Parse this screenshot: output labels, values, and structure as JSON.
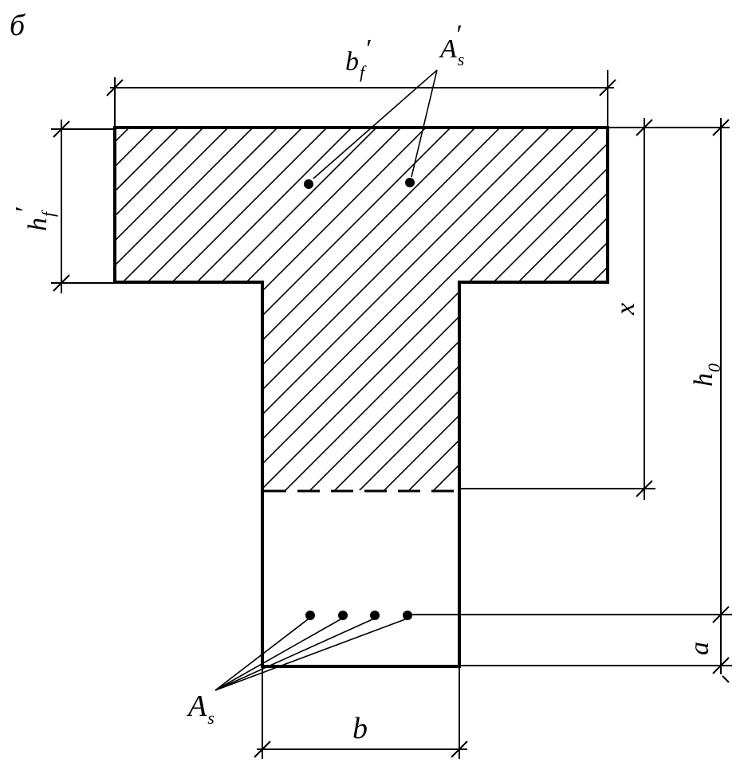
{
  "figure": {
    "tag": "б",
    "labels": {
      "flange_width": {
        "main": "b",
        "sub": "f",
        "prime": "′"
      },
      "flange_height": {
        "main": "h",
        "sub": "f",
        "prime": "′"
      },
      "compressed_steel": {
        "main": "A",
        "sub": "s",
        "prime": "′"
      },
      "tension_steel": {
        "main": "A",
        "sub": "s"
      },
      "web_width": {
        "main": "b"
      },
      "compression_depth": {
        "main": "x"
      },
      "effective_depth": {
        "main": "h",
        "sub": "0"
      },
      "cover": {
        "main": "a"
      }
    },
    "colors": {
      "ink": "#000000",
      "paper": "#ffffff"
    }
  }
}
